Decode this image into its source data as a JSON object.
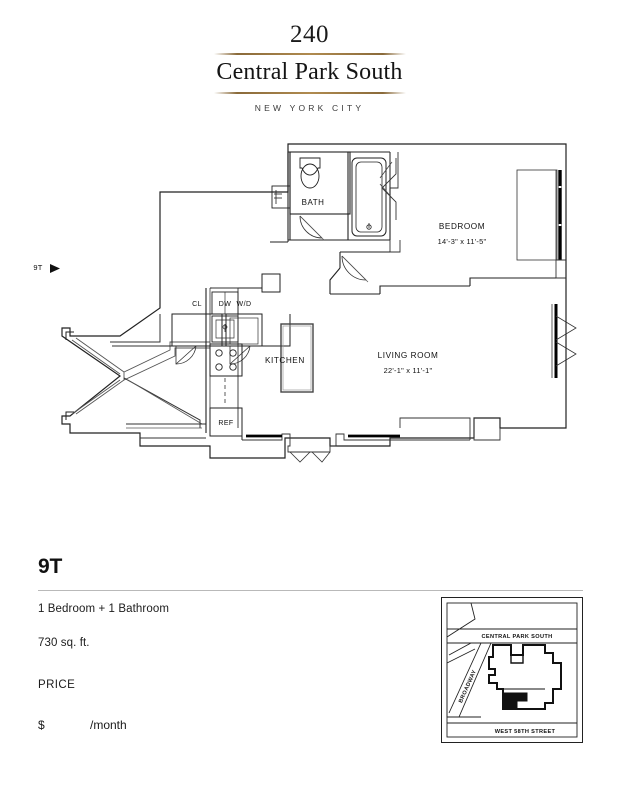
{
  "header": {
    "building_number": "240",
    "building_name": "Central Park South",
    "city": "NEW YORK CITY"
  },
  "floorplan": {
    "unit_marker": "9T",
    "rooms": [
      {
        "name": "BEDROOM",
        "dimensions": "14'-3\" x 11'-5\""
      },
      {
        "name": "LIVING ROOM",
        "dimensions": "22'-1\" x 11'-1\""
      },
      {
        "name": "KITCHEN",
        "dimensions": ""
      },
      {
        "name": "BATH",
        "dimensions": ""
      }
    ],
    "bedroom_name": "BEDROOM",
    "bedroom_dim": "14'-3\" x 11'-5\"",
    "living_name": "LIVING ROOM",
    "living_dim": "22'-1\" x 11'-1\"",
    "kitchen_name": "KITCHEN",
    "bath_name": "BATH",
    "closet_label": "CL",
    "washer_dryer_label": "W/D",
    "dishwasher_label": "DW",
    "refrigerator_label": "REF"
  },
  "info": {
    "unit_id": "9T",
    "configuration": "1 Bedroom + 1 Bathroom",
    "area": "730 sq. ft.",
    "price_label": "PRICE",
    "price_currency": "$",
    "price_value": "",
    "price_period": "/month"
  },
  "minimap": {
    "street_north": "CENTRAL PARK SOUTH",
    "street_west": "BROADWAY",
    "street_south": "WEST 58TH STREET"
  },
  "colors": {
    "accent_rule": "#b08b4f",
    "line": "#1a1a1a",
    "divider": "#b9b9b9"
  }
}
